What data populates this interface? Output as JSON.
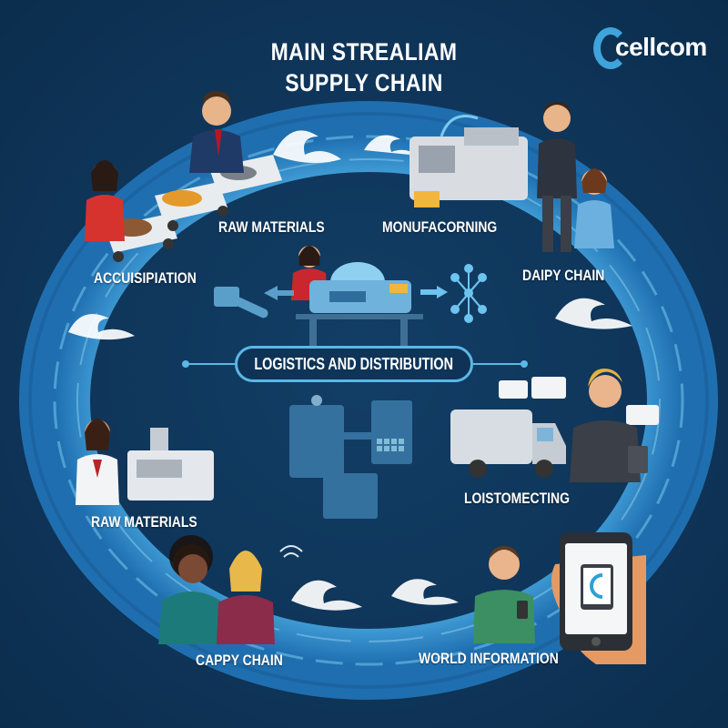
{
  "header": {
    "title_line1": "MAIN STREALIAM",
    "title_line2": "SUPPLY CHAIN"
  },
  "logo": {
    "text": "cellcom",
    "icon": "cellcom-c-logo-icon",
    "color": "#3fa3dc"
  },
  "center": {
    "label": "LOGISTICS AND DISTRIBUTION"
  },
  "stages": [
    {
      "label": "RAW MATERIALS",
      "illustration": "businessman-with-conveyor-carts"
    },
    {
      "label": "MONUFACORNING",
      "illustration": "manufacturing-machine"
    },
    {
      "label": "DAIPY CHAIN",
      "illustration": "businessman-and-woman-with-tablet"
    },
    {
      "label": "ACCUISIPIATION",
      "illustration": "woman-with-cart"
    },
    {
      "label": "RAW MATERIALS",
      "illustration": "woman-in-lab-coat-with-machine"
    },
    {
      "label": "LOISTOMECTING",
      "illustration": "delivery-van-and-man-with-tablet"
    },
    {
      "label": "CAPPY CHAIN",
      "illustration": "two-women"
    },
    {
      "label": "WORLD INFORMATION",
      "illustration": "man-with-phone"
    }
  ],
  "colors": {
    "background": "#0f3558",
    "ring_light": "#6cc4ef",
    "ring_mid": "#2f8fd0",
    "ring_dark": "#1a6aa8",
    "accent": "#5bb7e6"
  }
}
